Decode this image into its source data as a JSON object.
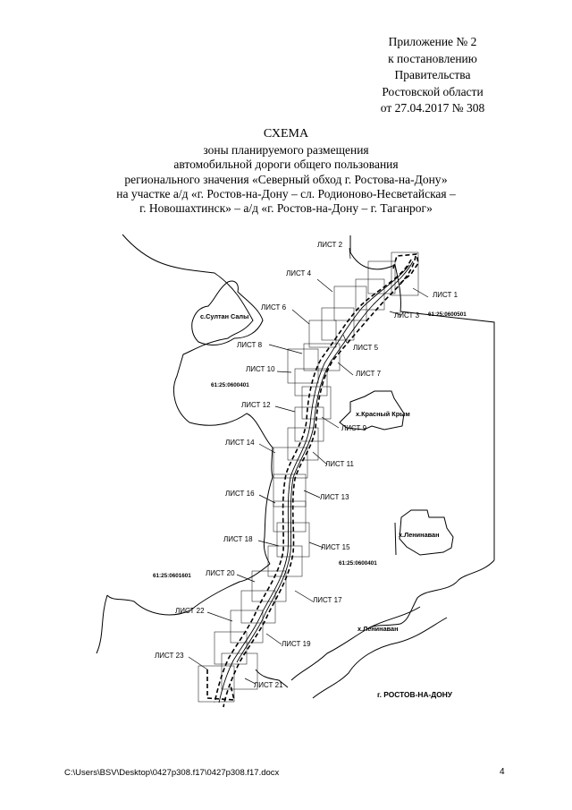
{
  "appendix": {
    "line1": "Приложение № 2",
    "line2": "к постановлению",
    "line3": "Правительства",
    "line4": "Ростовской области",
    "line5": "от 27.04.2017 № 308"
  },
  "heading": {
    "title": "СХЕМА",
    "line1": "зоны планируемого размещения",
    "line2": "автомобильной дороги общего пользования",
    "line3": "регионального значения «Северный обход г. Ростова-на-Дону»",
    "line4": "на участке а/д «г. Ростов-на-Дону – сл. Родионово-Несветайская –",
    "line5": "г. Новошахтинск» – а/д «г. Ростов-на-Дону – г. Таганрог»"
  },
  "map": {
    "sheets": [
      "ЛИСТ 1",
      "ЛИСТ 2",
      "ЛИСТ 3",
      "ЛИСТ 4",
      "ЛИСТ 5",
      "ЛИСТ 6",
      "ЛИСТ 7",
      "ЛИСТ 8",
      "ЛИСТ 9",
      "ЛИСТ 10",
      "ЛИСТ 11",
      "ЛИСТ 12",
      "ЛИСТ 13",
      "ЛИСТ 14",
      "ЛИСТ 15",
      "ЛИСТ 16",
      "ЛИСТ 17",
      "ЛИСТ 18",
      "ЛИСТ 19",
      "ЛИСТ 20",
      "ЛИСТ 21",
      "ЛИСТ 22",
      "ЛИСТ 23"
    ],
    "cadastral": [
      "61:25:0600501",
      "61:25:0600401",
      "61:25:0600401",
      "61:25:0601601"
    ],
    "places": [
      "с.Султан Салы",
      "х.Красный Крым",
      "х.Ленинаван",
      "х.Ленинаван"
    ],
    "city": "г. РОСТОВ-НА-ДОНУ",
    "line_color": "#000000"
  },
  "footer": {
    "path": "C:\\Users\\BSV\\Desktop\\0427p308.f17\\0427p308.f17.docx",
    "page": "4"
  }
}
